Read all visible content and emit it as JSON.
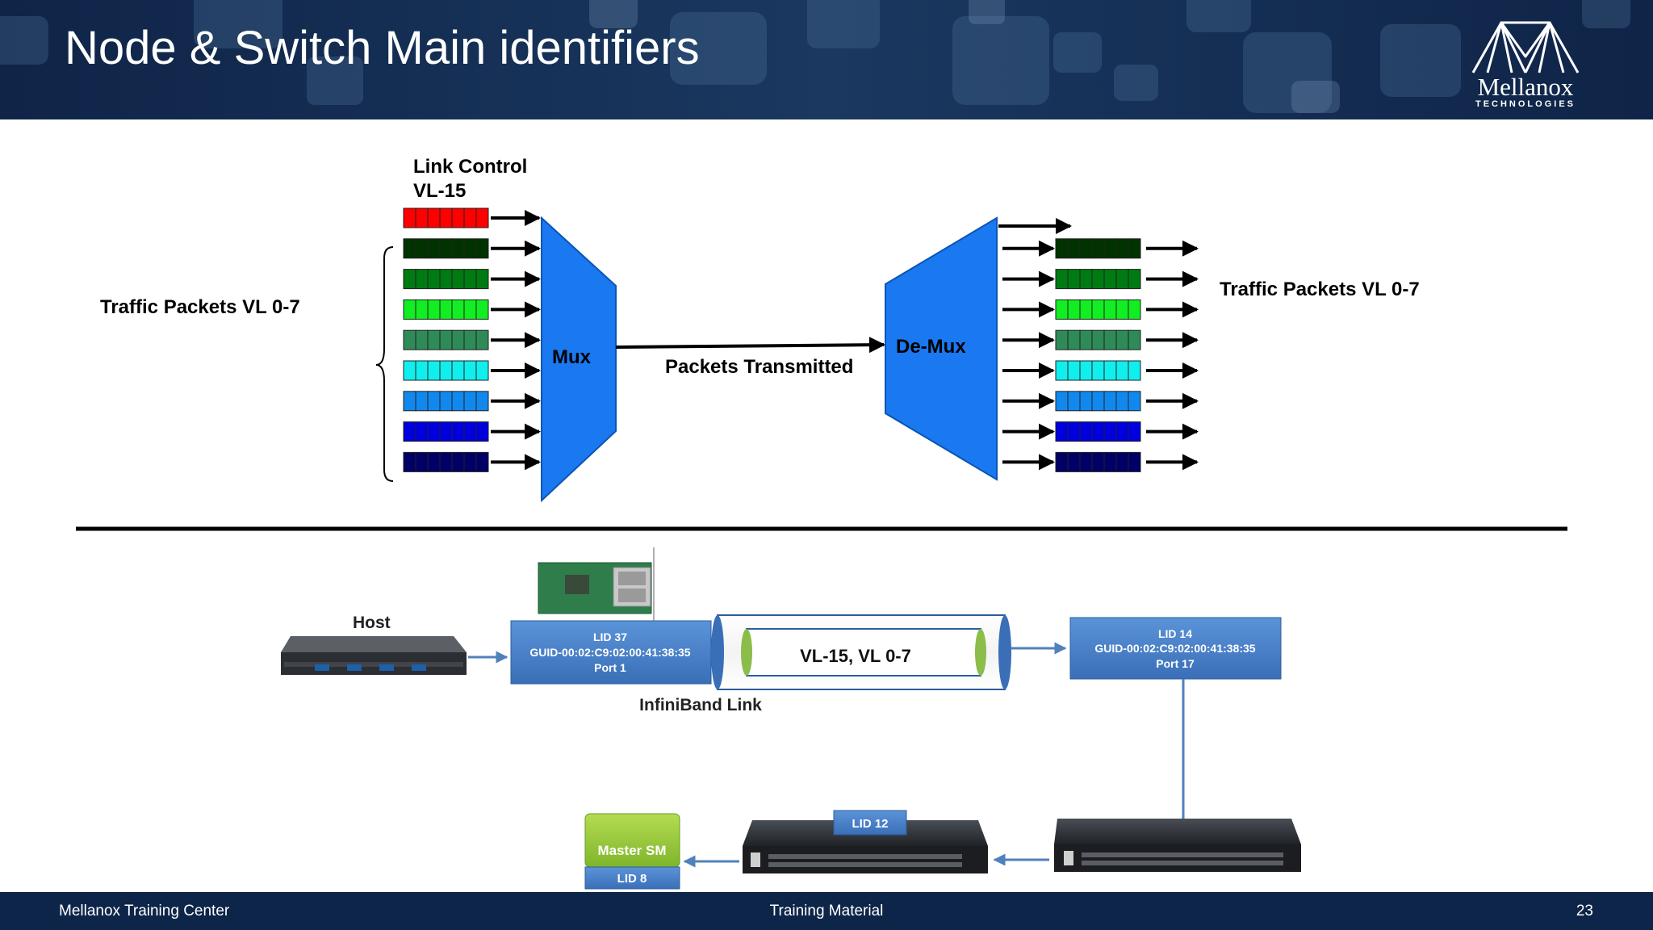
{
  "slide": {
    "title": "Node & Switch Main identifiers",
    "logo_name": "Mellanox",
    "logo_sub": "TECHNOLOGIES"
  },
  "vl_diagram": {
    "link_control_label_line1": "Link Control",
    "link_control_label_line2": "VL-15",
    "traffic_label_left": "Traffic Packets VL 0-7",
    "traffic_label_right": "Traffic Packets VL 0-7",
    "mux_label": "Mux",
    "demux_label": "De-Mux",
    "transmitted_label": "Packets Transmitted",
    "queue_colors": [
      "#ff0000",
      "#003300",
      "#007a12",
      "#11ee22",
      "#2e8b57",
      "#11eeee",
      "#1188ee",
      "#0000dd",
      "#000066"
    ],
    "mux_color": "#1a78f0"
  },
  "network": {
    "host_label": "Host",
    "hca": {
      "line1": "LID 37",
      "line2": "GUID-00:02:C9:02:00:41:38:35",
      "line3": "Port 1"
    },
    "link_label": "VL-15, VL 0-7",
    "infiniband_label": "InfiniBand Link",
    "switch_port": {
      "line1": "LID 14",
      "line2": "GUID-00:02:C9:02:00:41:38:35",
      "line3": "Port 17"
    },
    "switch_mid_lid": "LID 12",
    "master_sm": {
      "line1": "Master SM",
      "line2": "LID 8"
    }
  },
  "footer": {
    "left": "Mellanox Training Center",
    "center": "Training Material",
    "page": "23"
  }
}
